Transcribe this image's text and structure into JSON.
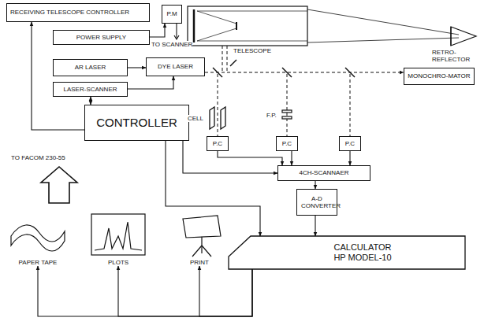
{
  "diagram": {
    "nodes": [
      {
        "text": [
          "RECEIVING TELESCOPE CONTROLLER"
        ]
      },
      {
        "text": [
          "P.M"
        ]
      },
      {
        "text": [
          "POWER SUPPLY"
        ]
      },
      {
        "text": [
          "AR LASER"
        ]
      },
      {
        "text": [
          "DYE LASER"
        ]
      },
      {
        "text": [
          "LASER-SCANNER"
        ]
      },
      {
        "text": [
          "MONOCHRO-MATOR"
        ]
      },
      {
        "text": [
          "CONTROLLER"
        ]
      },
      {
        "text": [
          "P.C"
        ]
      },
      {
        "text": [
          "P.C"
        ]
      },
      {
        "text": [
          "P.C"
        ]
      },
      {
        "text": [
          "4CH-SCANNAER"
        ]
      },
      {
        "text": [
          "A-D CONVERTER"
        ]
      },
      {
        "text": [
          "CALCULATOR",
          "HP MODEL-10"
        ]
      },
      {
        "text": [
          "PAPER TAPE"
        ]
      },
      {
        "text": [
          "PLOTS"
        ]
      },
      {
        "text": [
          "PRINT"
        ]
      }
    ],
    "edges": [
      {
        "from": 7,
        "to": 0,
        "arrow": "to"
      },
      {
        "from": 2,
        "to": 1,
        "arrow": "to"
      },
      {
        "from": 3,
        "to": 4,
        "arrow": "to"
      },
      {
        "from": 5,
        "to": 4,
        "arrow": "to"
      },
      {
        "from": 7,
        "to": 5,
        "arrow": "both"
      },
      {
        "from": 4,
        "to": 6,
        "arrow": "to"
      },
      {
        "from": 8,
        "to": 11,
        "arrow": "to"
      },
      {
        "from": 9,
        "to": 11,
        "arrow": "to"
      },
      {
        "from": 10,
        "to": 11,
        "arrow": "to"
      },
      {
        "from": 7,
        "to": 11,
        "arrow": "to"
      },
      {
        "from": 7,
        "to": 13,
        "arrow": "to"
      },
      {
        "from": 11,
        "to": 12,
        "arrow": "to"
      },
      {
        "from": 12,
        "to": 13,
        "arrow": "to"
      },
      {
        "from": 13,
        "to": 14,
        "arrow": "to"
      },
      {
        "from": 13,
        "to": 15,
        "arrow": "to"
      },
      {
        "from": 13,
        "to": 16,
        "arrow": "to"
      }
    ],
    "labels": [
      "TO SCANNER",
      "TELESCOPE",
      "RETRO-REFLECTOR",
      "CELL",
      "F.P.",
      "TO FACOM 230-55"
    ]
  }
}
